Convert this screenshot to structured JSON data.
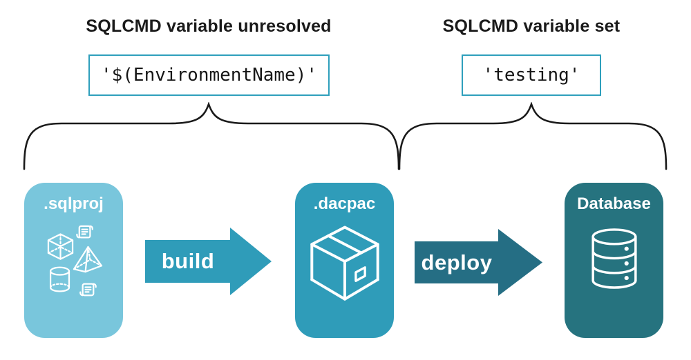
{
  "diagram": {
    "left_group": {
      "heading": "SQLCMD variable unresolved",
      "code": "'$(EnvironmentName)'"
    },
    "right_group": {
      "heading": "SQLCMD variable set",
      "code": "'testing'"
    },
    "nodes": [
      {
        "label": ".sqlproj",
        "icon": "sql-project-objects-icon"
      },
      {
        "label": ".dacpac",
        "icon": "package-box-icon"
      },
      {
        "label": "Database",
        "icon": "database-cylinder-icon"
      }
    ],
    "arrows": [
      {
        "label": "build"
      },
      {
        "label": "deploy"
      }
    ]
  },
  "colors": {
    "card_light": "#79C6DC",
    "card_mid": "#2F9CB9",
    "card_dark": "#26737F",
    "arrow_build": "#2F9CB9",
    "arrow_deploy": "#256E84",
    "code_box_border": "#2E9FBC",
    "text_dark": "#1A1A1A"
  }
}
